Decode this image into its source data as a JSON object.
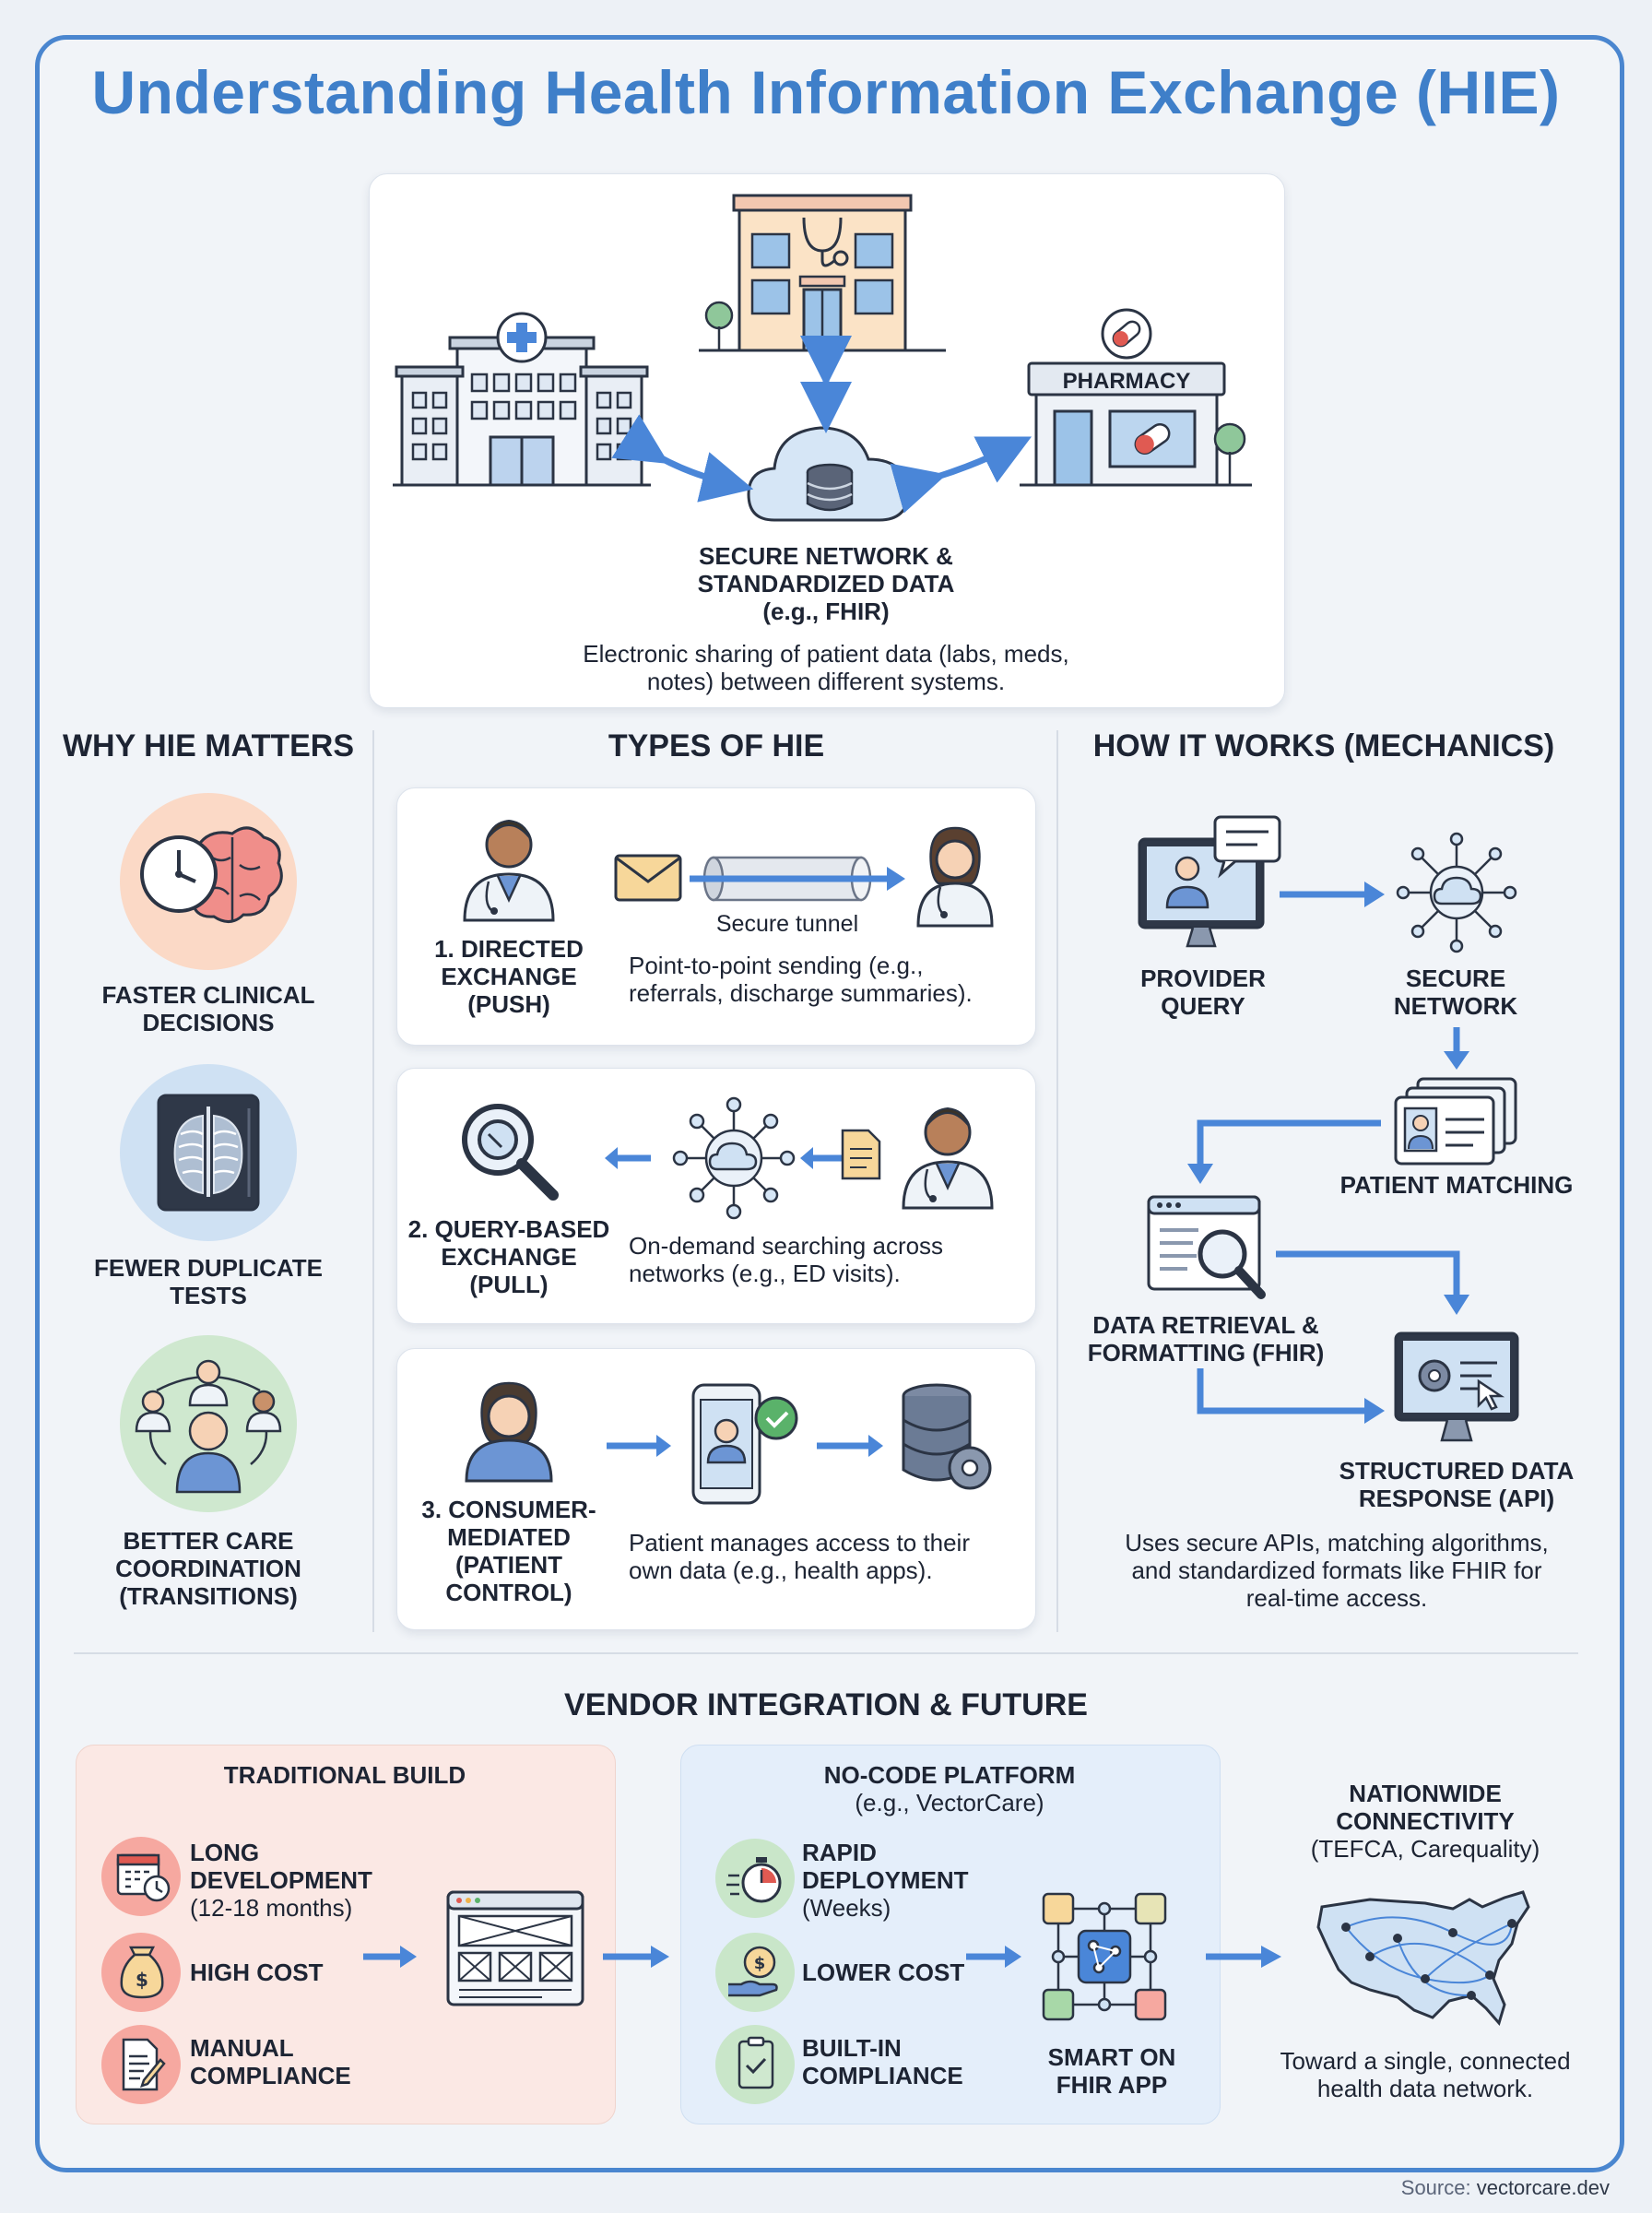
{
  "title": "Understanding Health Information Exchange (HIE)",
  "hero": {
    "pharmacy_sign": "PHARMACY",
    "network_label": [
      "SECURE NETWORK &",
      "STANDARDIZED DATA",
      "(e.g., FHIR)"
    ],
    "description": [
      "Electronic sharing of patient data (labs, meds,",
      "notes) between different systems."
    ]
  },
  "why": {
    "heading": "WHY HIE MATTERS",
    "items": [
      {
        "lines": [
          "FASTER CLINICAL",
          "DECISIONS"
        ],
        "icon": "clock-brain-icon",
        "bg": "#fbd9c6"
      },
      {
        "lines": [
          "FEWER DUPLICATE",
          "TESTS"
        ],
        "icon": "chest-xray-icon",
        "bg": "#cfe1f3"
      },
      {
        "lines": [
          "BETTER CARE",
          "COORDINATION",
          "(TRANSITIONS)"
        ],
        "icon": "care-team-icon",
        "bg": "#cfe8cf"
      }
    ]
  },
  "types": {
    "heading": "TYPES OF HIE",
    "items": [
      {
        "name": [
          "1. DIRECTED",
          "EXCHANGE",
          "(PUSH)"
        ],
        "tunnel": "Secure tunnel",
        "desc": [
          "Point-to-point sending (e.g.,",
          "referrals, discharge summaries)."
        ]
      },
      {
        "name": [
          "2. QUERY-BASED",
          "EXCHANGE",
          "(PULL)"
        ],
        "desc": [
          "On-demand searching across",
          "networks (e.g., ED visits)."
        ]
      },
      {
        "name": [
          "3. CONSUMER-",
          "MEDIATED",
          "(PATIENT",
          "CONTROL)"
        ],
        "desc": [
          "Patient manages access to their",
          "own data (e.g., health apps)."
        ]
      }
    ]
  },
  "how": {
    "heading": "HOW IT WORKS (MECHANICS)",
    "provider_query": [
      "PROVIDER",
      "QUERY"
    ],
    "secure_network": [
      "SECURE",
      "NETWORK"
    ],
    "patient_matching": "PATIENT MATCHING",
    "data_retrieval": [
      "DATA RETRIEVAL &",
      "FORMATTING (FHIR)"
    ],
    "structured_response": [
      "STRUCTURED DATA",
      "RESPONSE (API)"
    ],
    "summary": [
      "Uses secure APIs, matching algorithms,",
      "and standardized formats like FHIR for",
      "real-time access."
    ]
  },
  "vendor": {
    "heading": "VENDOR INTEGRATION & FUTURE",
    "traditional": {
      "title": "TRADITIONAL BUILD",
      "items": [
        {
          "label": [
            "LONG",
            "DEVELOPMENT"
          ],
          "sub": "(12-18 months)",
          "icon": "calendar-clock-icon"
        },
        {
          "label": [
            "HIGH COST"
          ],
          "sub": "",
          "icon": "money-bag-icon"
        },
        {
          "label": [
            "MANUAL",
            "COMPLIANCE"
          ],
          "sub": "",
          "icon": "document-pen-icon"
        }
      ]
    },
    "nocode": {
      "title": "NO-CODE PLATFORM",
      "subtitle": "(e.g., VectorCare)",
      "items": [
        {
          "label": [
            "RAPID",
            "DEPLOYMENT"
          ],
          "sub": "(Weeks)",
          "icon": "stopwatch-icon"
        },
        {
          "label": [
            "LOWER COST"
          ],
          "sub": "",
          "icon": "coin-hand-icon"
        },
        {
          "label": [
            "BUILT-IN",
            "COMPLIANCE"
          ],
          "sub": "",
          "icon": "clipboard-check-icon"
        }
      ],
      "app_label": [
        "SMART ON",
        "FHIR APP"
      ]
    },
    "nationwide": {
      "title": [
        "NATIONWIDE",
        "CONNECTIVITY"
      ],
      "subtitle": "(TEFCA, Carequality)",
      "desc": [
        "Toward a single, connected",
        "health data network."
      ]
    }
  },
  "source": {
    "prefix": "Source: ",
    "link": "vectorcare.dev"
  },
  "colors": {
    "accent": "#3f7fc9",
    "arrow": "#4a86d8",
    "dark": "#1d2433"
  }
}
